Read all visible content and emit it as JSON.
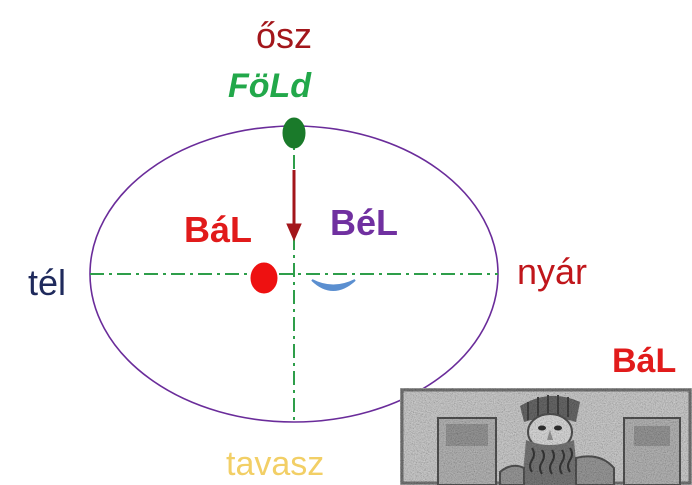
{
  "labels": {
    "autumn": "ősz",
    "earth": "FöLd",
    "left_body": "BáL",
    "right_body": "BéL",
    "winter": "tél",
    "summer": "nyár",
    "photo_caption": "BáL",
    "spring": "tavasz"
  },
  "colors": {
    "orbit": "#6a2c9a",
    "axis": "#2e9e4a",
    "earth": "#1a7a2a",
    "arrow": "#a3161b",
    "red_dot": "#ee1111",
    "crescent": "#5b8fd0",
    "autumn": "#a3161b",
    "earth_label": "#22a84a",
    "left_body": "#e11b1b",
    "right_body": "#7030a0",
    "winter": "#1f2a5c",
    "summer": "#c0161b",
    "photo_caption": "#e11b1b",
    "spring": "#f2cf66"
  },
  "photo": {
    "description_icon": "bearded-figure-relief-photo"
  }
}
